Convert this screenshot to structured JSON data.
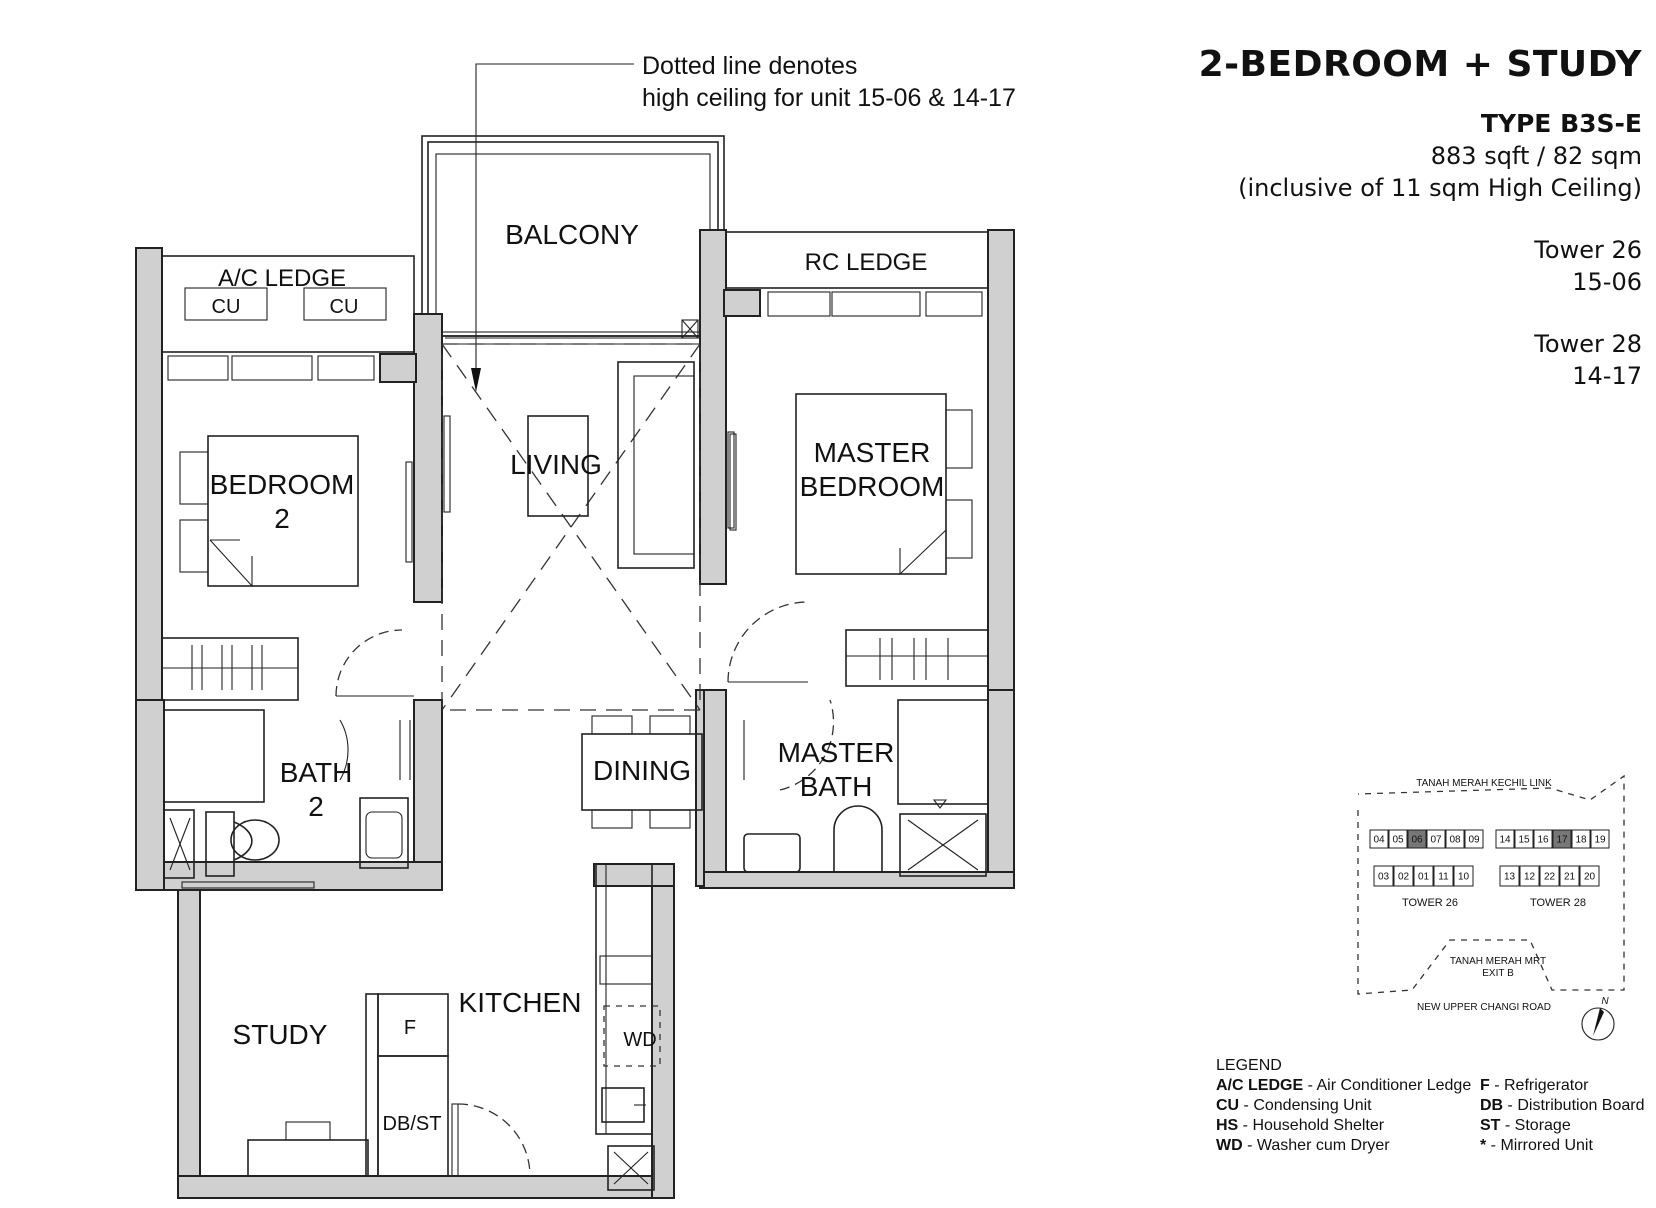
{
  "header": {
    "title": "2-BEDROOM + STUDY",
    "type": "TYPE B3S-E",
    "area": "883 sqft / 82 sqm",
    "area_note": "(inclusive of 11 sqm High Ceiling)",
    "tower_a": "Tower 26",
    "unit_a": "15-06",
    "tower_b": "Tower 28",
    "unit_b": "14-17"
  },
  "note": {
    "line1": "Dotted line denotes",
    "line2": "high ceiling for unit 15-06 & 14-17"
  },
  "rooms": {
    "balcony": "BALCONY",
    "ac_ledge": "A/C LEDGE",
    "cu_1": "CU",
    "cu_2": "CU",
    "rc_ledge": "RC LEDGE",
    "living": "LIVING",
    "bedroom2_l1": "BEDROOM",
    "bedroom2_l2": "2",
    "master_l1": "MASTER",
    "master_l2": "BEDROOM",
    "bath2_l1": "BATH",
    "bath2_l2": "2",
    "dining": "DINING",
    "master_bath_l1": "MASTER",
    "master_bath_l2": "BATH",
    "kitchen": "KITCHEN",
    "study": "STUDY",
    "fridge": "F",
    "dbst": "DB/ST",
    "wd": "WD"
  },
  "site_plan": {
    "road_top": "TANAH MERAH KECHIL LINK",
    "road_bottom": "NEW UPPER CHANGI ROAD",
    "mrt_l1": "TANAH MERAH MRT",
    "mrt_l2": "EXIT B",
    "tower_26": "TOWER 26",
    "tower_28": "TOWER 28",
    "north": "N",
    "t26_top": [
      "04",
      "05",
      "06",
      "07",
      "08",
      "09"
    ],
    "t26_bottom": [
      "03",
      "02",
      "01",
      "11",
      "10"
    ],
    "t28_top": [
      "14",
      "15",
      "16",
      "17",
      "18",
      "19"
    ],
    "t28_bottom": [
      "13",
      "12",
      "22",
      "21",
      "20"
    ]
  },
  "legend": {
    "heading": "LEGEND",
    "items_left": [
      {
        "key": "A/C LEDGE",
        "desc": " - Air Conditioner Ledge"
      },
      {
        "key": "CU",
        "desc": " - Condensing Unit"
      },
      {
        "key": "HS",
        "desc": " - Household Shelter"
      },
      {
        "key": "WD",
        "desc": " - Washer cum Dryer"
      }
    ],
    "items_right": [
      {
        "key": "F",
        "desc": " - Refrigerator"
      },
      {
        "key": "DB",
        "desc": " - Distribution Board"
      },
      {
        "key": "ST",
        "desc": " - Storage"
      },
      {
        "key": "*",
        "desc": " - Mirrored Unit"
      }
    ]
  }
}
